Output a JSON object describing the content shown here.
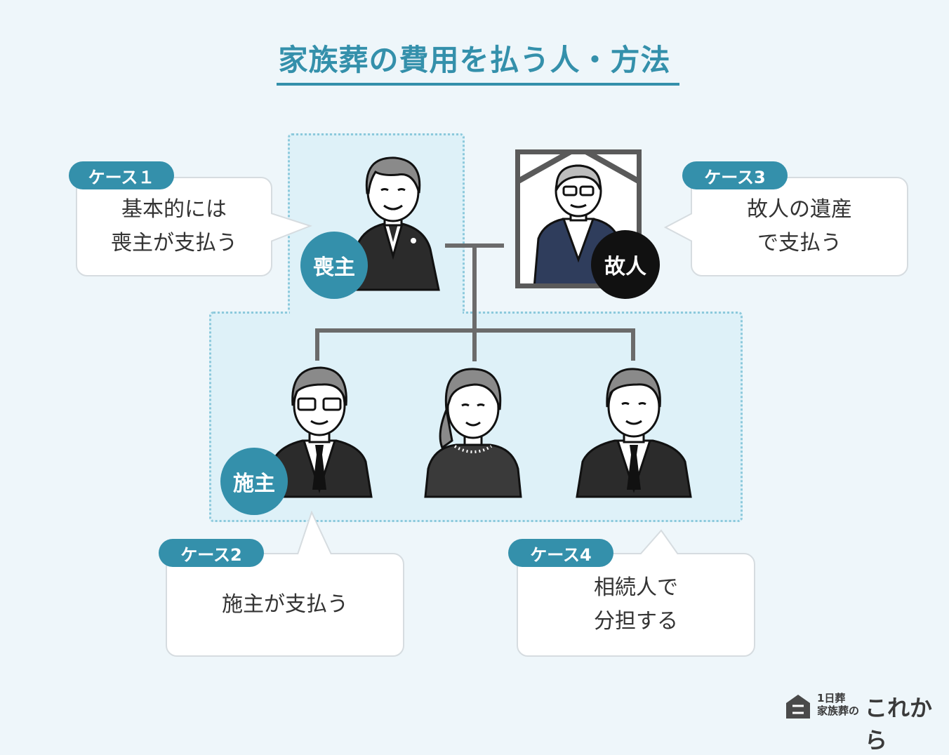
{
  "title": "家族葬の費用を払う人・方法",
  "colors": {
    "accent": "#3490ab",
    "zone_fill": "#def1f8",
    "zone_border": "#8cc9dc",
    "black_badge": "#111111",
    "connector": "#6b6b6b"
  },
  "badges": {
    "moshu": "喪主",
    "kojin": "故人",
    "seshu": "施主"
  },
  "cases": [
    {
      "label": "ケース１",
      "text": "基本的には\n喪主が支払う"
    },
    {
      "label": "ケース2",
      "text": "施主が支払う"
    },
    {
      "label": "ケース3",
      "text": "故人の遺産\nで支払う"
    },
    {
      "label": "ケース4",
      "text": "相続人で\n分担する"
    }
  ],
  "logo": {
    "small": "1日葬\n家族葬の",
    "big": "これから",
    "icon": "house-icon"
  },
  "icons": [
    "mourner-avatar",
    "deceased-portrait",
    "sponsor-avatar",
    "heir-female-avatar",
    "heir-male-avatar"
  ]
}
